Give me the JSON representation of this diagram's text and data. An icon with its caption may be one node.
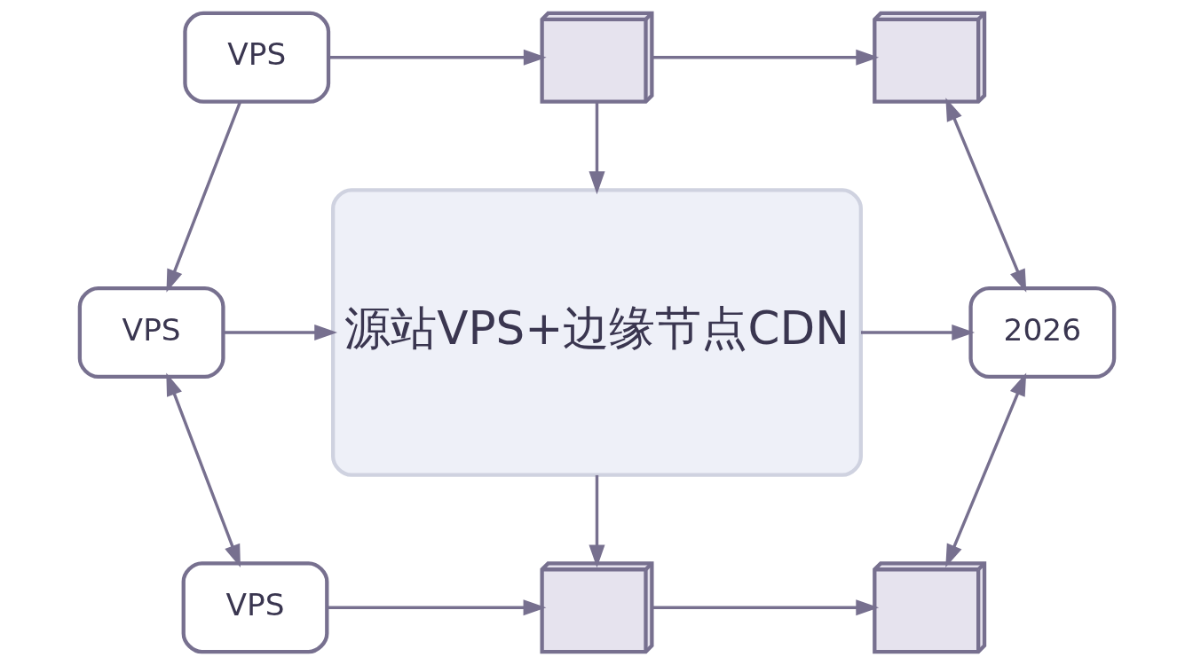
{
  "diagram": {
    "nodes": [
      {
        "text": [
          "VPS"
        ]
      },
      {
        "text": [],
        "shape": "picture"
      },
      {
        "text": [],
        "shape": "picture"
      },
      {
        "text": [
          "VPS"
        ]
      },
      {
        "text": [
          "源站VPS+边缘节点CDN"
        ]
      },
      {
        "text": [
          "2026"
        ]
      },
      {
        "text": [
          "VPS"
        ]
      },
      {
        "text": [],
        "shape": "picture"
      },
      {
        "text": [],
        "shape": "picture"
      }
    ],
    "edges": [
      {
        "from": 0,
        "to": 1,
        "arrow": "to"
      },
      {
        "from": 1,
        "to": 2,
        "arrow": "to"
      },
      {
        "from": 0,
        "to": 3,
        "arrow": "to"
      },
      {
        "from": 1,
        "to": 4,
        "arrow": "to"
      },
      {
        "from": 2,
        "to": 5,
        "arrow": "both"
      },
      {
        "from": 3,
        "to": 4,
        "arrow": "to"
      },
      {
        "from": 4,
        "to": 5,
        "arrow": "to"
      },
      {
        "from": 3,
        "to": 6,
        "arrow": "both"
      },
      {
        "from": 4,
        "to": 7,
        "arrow": "to"
      },
      {
        "from": 5,
        "to": 8,
        "arrow": "both"
      },
      {
        "from": 6,
        "to": 7,
        "arrow": "to"
      },
      {
        "from": 7,
        "to": 8,
        "arrow": "to"
      }
    ]
  }
}
